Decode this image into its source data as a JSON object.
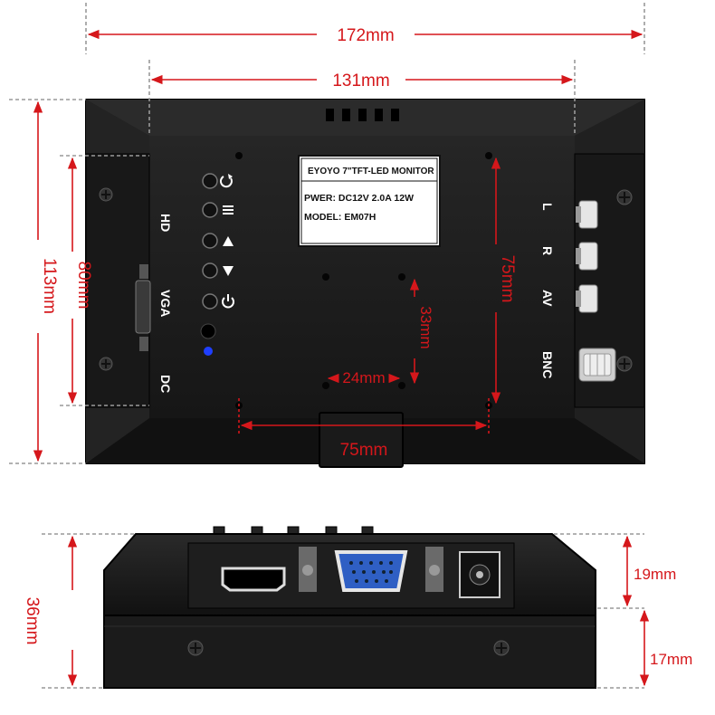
{
  "dimensions": {
    "total_width": "172mm",
    "back_width": "131mm",
    "total_height": "113mm",
    "side_height": "80mm",
    "mount_height_outer": "75mm",
    "mount_height_inner": "33mm",
    "mount_width_inner": "24mm",
    "mount_width_outer": "75mm",
    "side_depth": "36mm",
    "upper_depth": "19mm",
    "lower_depth": "17mm"
  },
  "left_port_labels": {
    "hd": "HD",
    "vga": "VGA",
    "dc": "DC"
  },
  "right_port_labels": {
    "l": "L",
    "r": "R",
    "av": "AV",
    "bnc": "BNC"
  },
  "nameplate": {
    "title": "EYOYO 7\"TFT-LED MONITOR",
    "power": "PWER: DC12V  2.0A 12W",
    "model": "MODEL: EM07H"
  },
  "buttons": [
    {
      "icon": "power-cycle-icon"
    },
    {
      "icon": "menu-icon"
    },
    {
      "icon": "up-triangle-icon"
    },
    {
      "icon": "down-triangle-icon"
    },
    {
      "icon": "power-icon"
    }
  ],
  "colors": {
    "dimension": "#d5171b",
    "body": "#1a1a1a",
    "vga_port": "#2f5fc4"
  }
}
